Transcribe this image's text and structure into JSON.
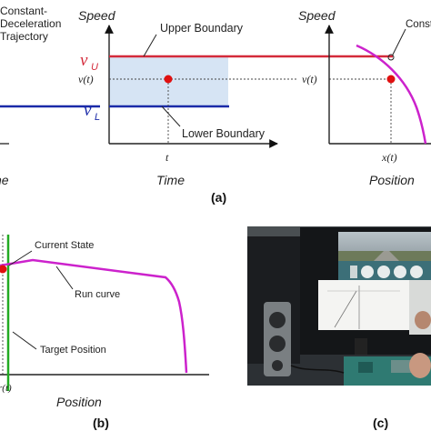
{
  "panel_a": {
    "left_label_line1": "Constant-",
    "left_label_line2": "Deceleration",
    "left_label_line3": "Trajectory",
    "left_axis_partial": "ne",
    "middle": {
      "ylabel": "Speed",
      "xlabel": "Time",
      "upper_boundary": "Upper Boundary",
      "lower_boundary": "Lower Boundary",
      "vu": "v",
      "vu_sub": "U",
      "vl": "v",
      "vl_sub": "L",
      "vt": "v(t)",
      "t_tick": "t"
    },
    "right": {
      "ylabel": "Speed",
      "xlabel": "Position",
      "vt": "v(t)",
      "x_tick": "x(t)",
      "curve_label": "Const"
    },
    "caption": "(a)",
    "colors": {
      "upper": "#d42a3a",
      "lower": "#1a2aa8",
      "band": "#d6e4f4",
      "point": "#e01010"
    }
  },
  "panel_b": {
    "current_state": "Current State",
    "run_curve": "Run curve",
    "target_position": "Target Position",
    "x_tick": "r(t)",
    "xlabel": "Position",
    "caption": "(b)",
    "colors": {
      "curve": "#cc22cc",
      "target": "#22aa22",
      "point": "#e01010"
    }
  },
  "panel_c": {
    "caption": "(c)",
    "photo_description_icon": "driving-simulator-photo"
  }
}
